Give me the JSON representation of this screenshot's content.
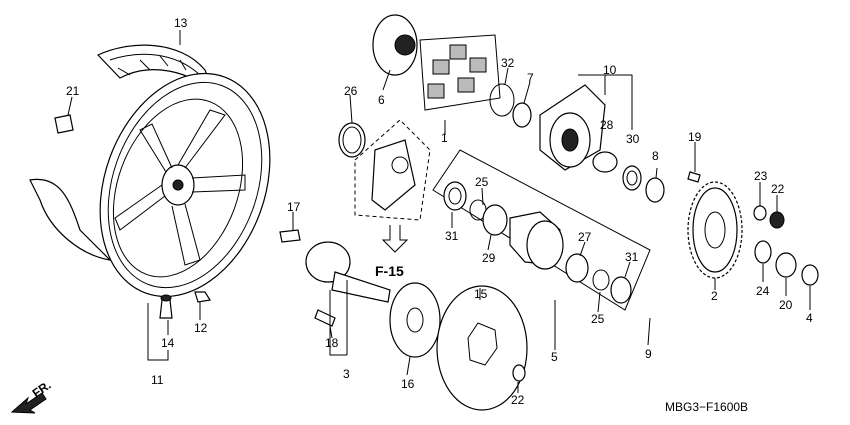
{
  "diagram": {
    "code": "MBG3−F1600B",
    "ref": "F-15",
    "direction": "FR.",
    "parts": {
      "p1": "1",
      "p2": "2",
      "p3": "3",
      "p4": "4",
      "p5": "5",
      "p6": "6",
      "p7": "7",
      "p8": "8",
      "p9": "9",
      "p10": "10",
      "p11": "11",
      "p12": "12",
      "p13": "13",
      "p14": "14",
      "p15": "15",
      "p16": "16",
      "p17": "17",
      "p18": "18",
      "p19": "19",
      "p20": "20",
      "p21": "21",
      "p22a": "22",
      "p22b": "22",
      "p23": "23",
      "p24": "24",
      "p25a": "25",
      "p25b": "25",
      "p26": "26",
      "p27": "27",
      "p28": "28",
      "p29": "29",
      "p30": "30",
      "p31a": "31",
      "p31b": "31",
      "p32": "32"
    }
  }
}
